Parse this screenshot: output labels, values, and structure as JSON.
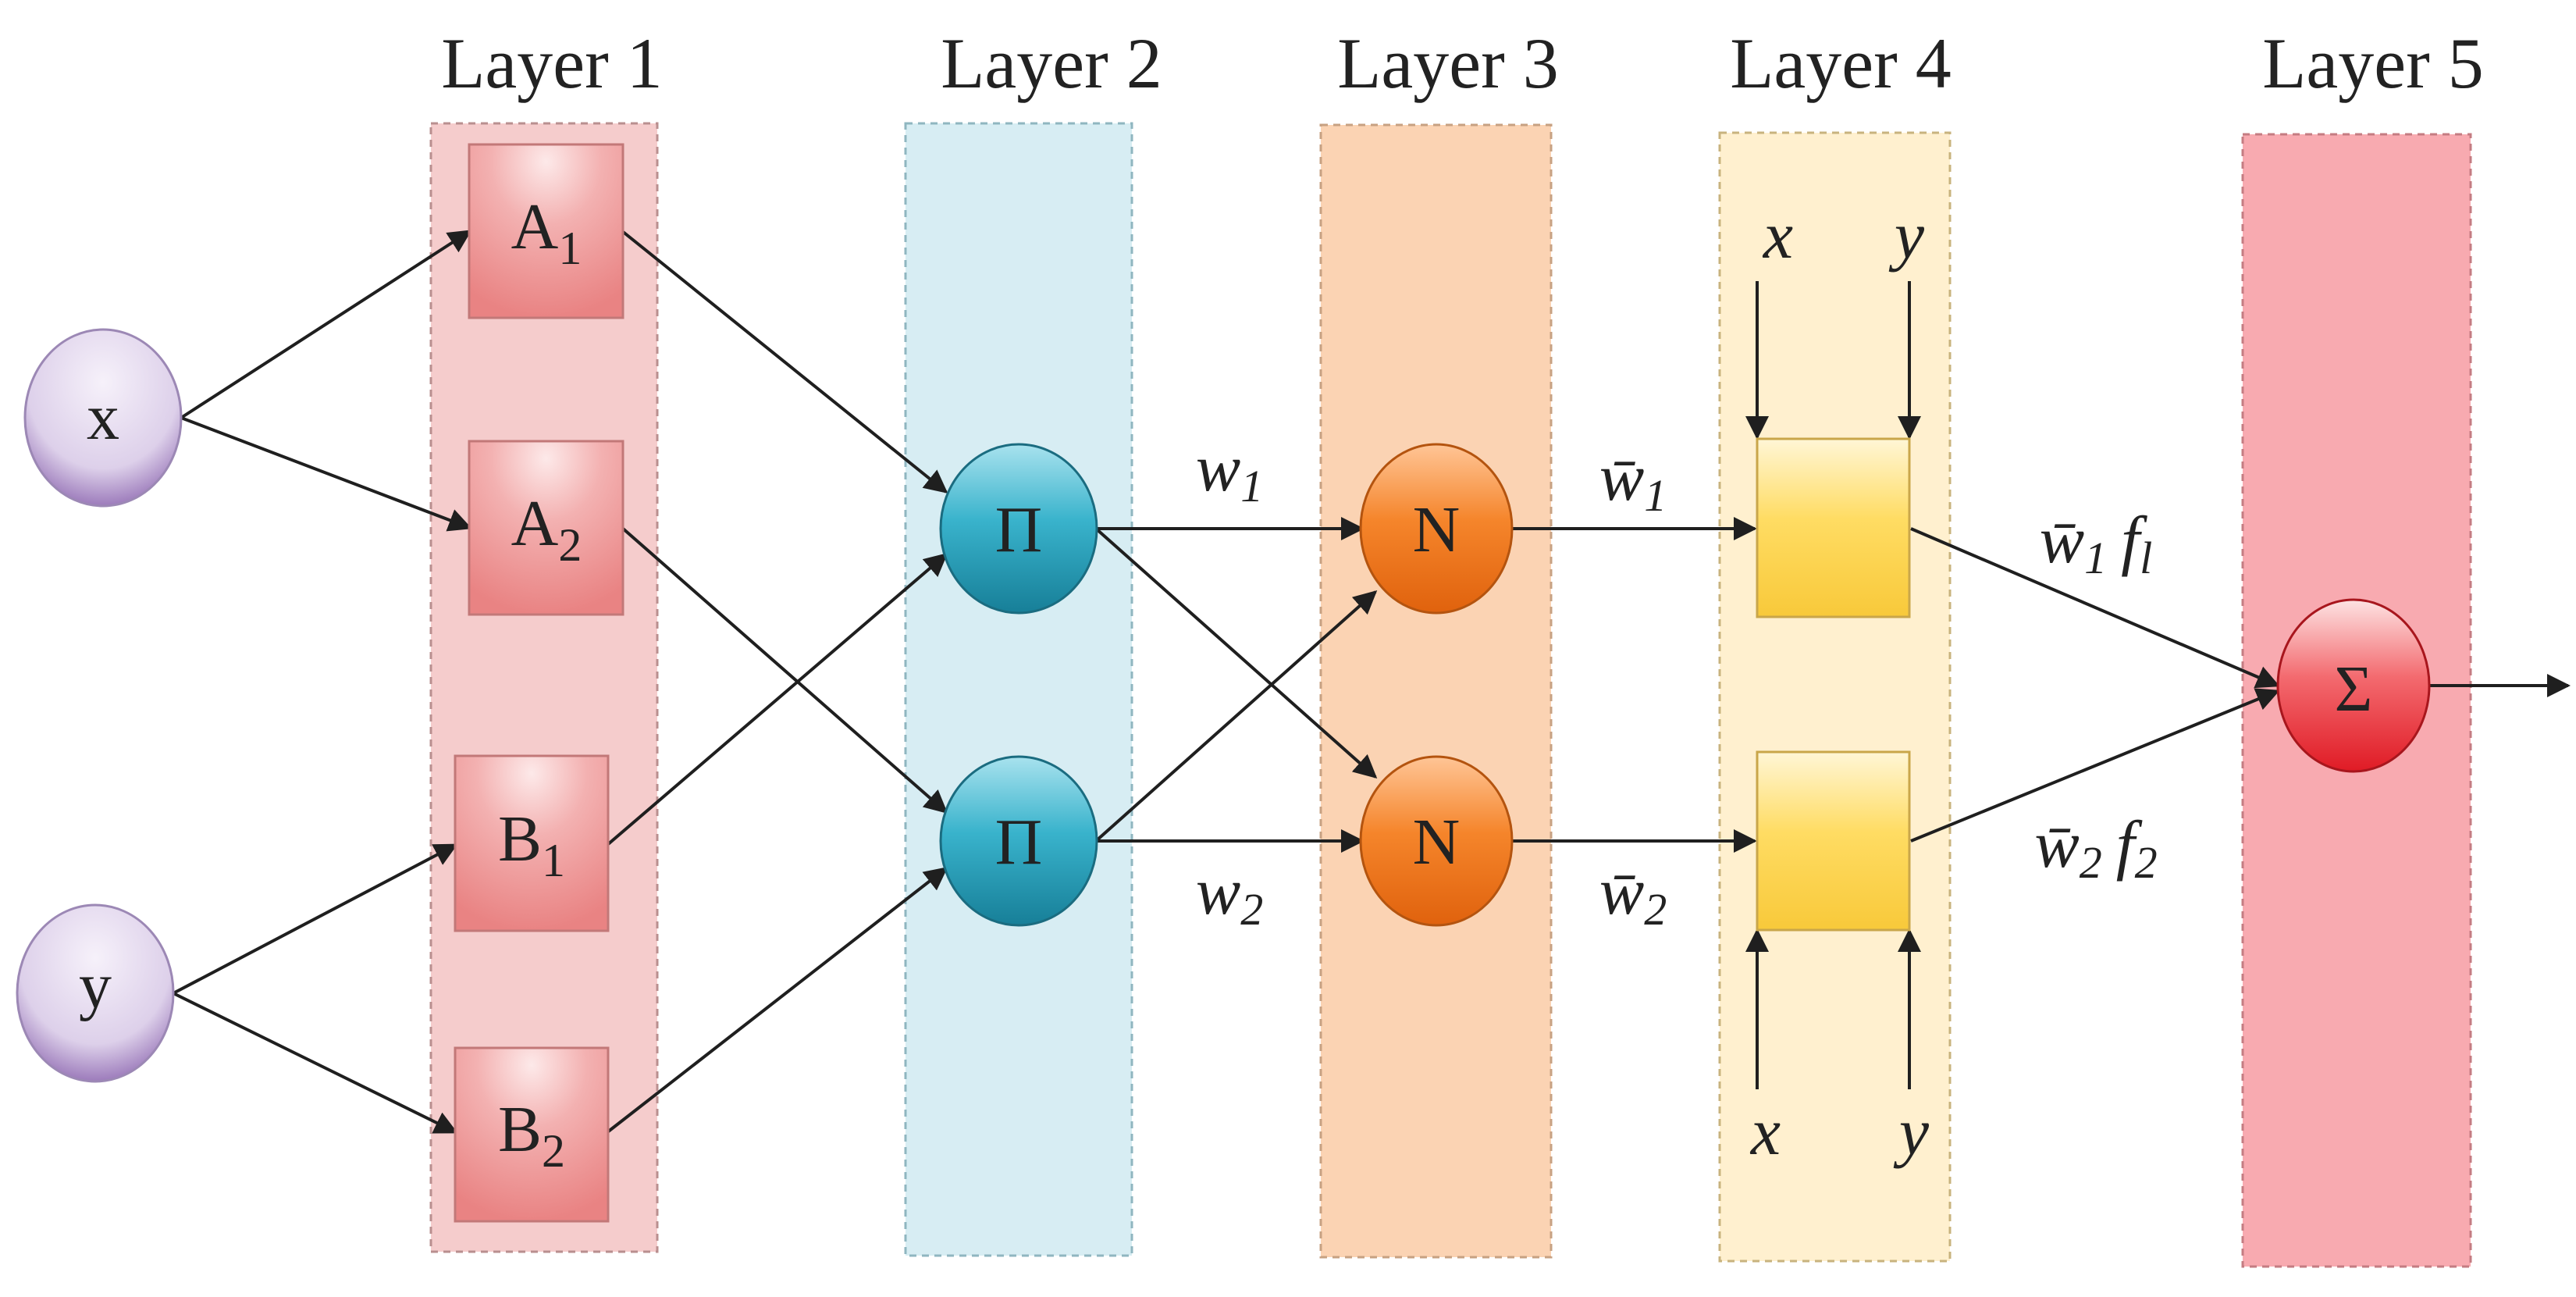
{
  "layers": [
    {
      "title": "Layer 1",
      "color": "#f5cccc"
    },
    {
      "title": "Layer 2",
      "color": "#d7edf3"
    },
    {
      "title": "Layer 3",
      "color": "#fbd3b3"
    },
    {
      "title": "Layer 4",
      "color": "#fff0cf"
    },
    {
      "title": "Layer 5",
      "color": "#f8aab0"
    }
  ],
  "inputs": {
    "x": "x",
    "y": "y"
  },
  "membership_nodes": [
    {
      "letter": "A",
      "sub": "1"
    },
    {
      "letter": "A",
      "sub": "2"
    },
    {
      "letter": "B",
      "sub": "1"
    },
    {
      "letter": "B",
      "sub": "2"
    }
  ],
  "product_nodes": [
    "Π",
    "Π"
  ],
  "norm_nodes": [
    "N",
    "N"
  ],
  "sum_node": "Σ",
  "edge_labels": {
    "w1": {
      "main": "w",
      "sub": "1"
    },
    "w2": {
      "main": "w",
      "sub": "2"
    },
    "wbar1": {
      "main": "w̄",
      "sub": "1"
    },
    "wbar2": {
      "main": "w̄",
      "sub": "2"
    },
    "out1": {
      "main": "w̄",
      "sub": "1",
      "f": "f",
      "fsub": "l"
    },
    "out2": {
      "main": "w̄",
      "sub": "2",
      "f": "f",
      "fsub": "2"
    }
  },
  "layer4_inputs": {
    "top": [
      "x",
      "y"
    ],
    "bottom": [
      "x",
      "y"
    ]
  },
  "colors": {
    "input_node": "#e3d8ef",
    "input_node_bottom": "#8d67b0",
    "membership_box": "#ef9d9d",
    "product_node": "#2aa6c0",
    "norm_node": "#f07a1f",
    "layer4_box": "#ffd54a",
    "sum_node": "#e81e2a"
  }
}
